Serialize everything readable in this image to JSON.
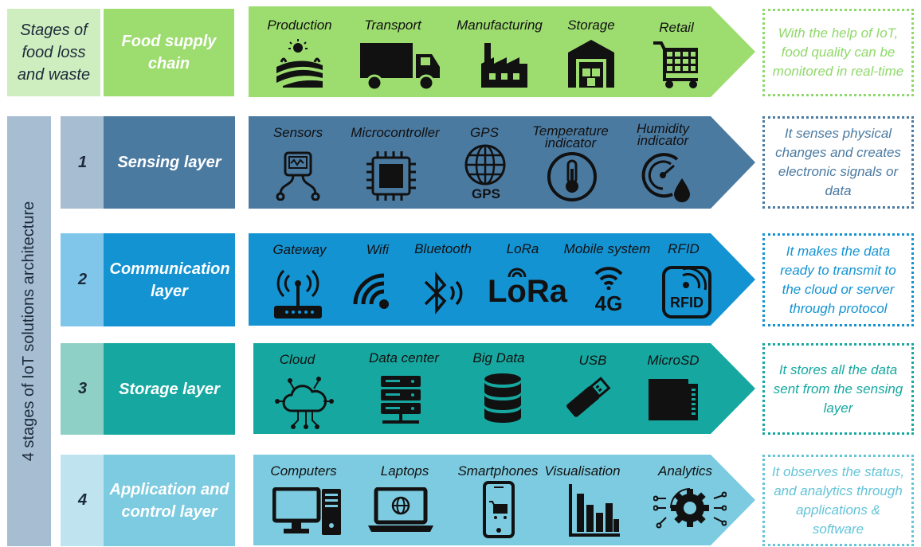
{
  "header": {
    "title_left": "Stages of food loss and waste",
    "title_chain": "Food supply chain",
    "stages": [
      "Production",
      "Transport",
      "Manufacturing",
      "Storage",
      "Retail"
    ],
    "description": "With the help of IoT, food quality can be monitored in real-time"
  },
  "vertical_title": "4 stages of IoT solutions architecture",
  "layers": [
    {
      "number": "1",
      "name": "Sensing layer",
      "items": [
        "Sensors",
        "Microcontroller",
        "GPS",
        "Temperature indicator",
        "Humidity indicator"
      ],
      "description": "It senses physical changes and creates electronic signals or data",
      "gps_text": "GPS"
    },
    {
      "number": "2",
      "name": "Communication layer",
      "items": [
        "Gateway",
        "Wifi",
        "Bluetooth",
        "LoRa",
        "Mobile system",
        "RFID"
      ],
      "description": "It makes the data ready to transmit to the cloud or server through protocol",
      "lora_text": "LoRa",
      "mobile_text": "4G",
      "rfid_text": "RFID"
    },
    {
      "number": "3",
      "name": "Storage layer",
      "items": [
        "Cloud",
        "Data center",
        "Big Data",
        "USB",
        "MicroSD"
      ],
      "description": "It stores all the data sent from the sensing layer"
    },
    {
      "number": "4",
      "name": "Application and control layer",
      "items": [
        "Computers",
        "Laptops",
        "Smartphones",
        "Visualisation",
        "Analytics"
      ],
      "description": "It observes the status, and analytics through applications & software"
    }
  ],
  "colors": {
    "header_pale": "#cfeebf",
    "header_green": "#9ddc6f",
    "header_desc": "#8fd96a",
    "l1_pale": "#a7bdd2",
    "l1": "#4b7aa1",
    "l1_desc": "#4b7aa1",
    "l2_pale": "#7fc6ea",
    "l2": "#1493d3",
    "l2_desc": "#1493d3",
    "l3_pale": "#8fd0c6",
    "l3": "#16a8a0",
    "l3_desc": "#16a8a0",
    "l4_pale": "#bfe4ef",
    "l4": "#7dcbe0",
    "l4_desc": "#64c4d8"
  }
}
